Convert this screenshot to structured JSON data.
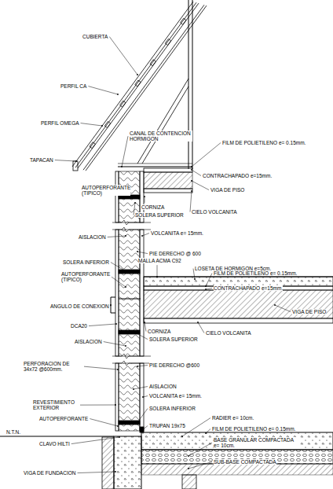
{
  "diagram": {
    "labels": [
      "CUBIERTA",
      "PERFIL CA",
      "PERFIL OMEGA",
      "TAPACAN",
      "CANAL DE CONTENCION HORMIGON",
      "FILM DE POLIETILENO e= 0.15mm.",
      "CONTRACHAPADO e=15mm.",
      "AUTOPERFORANTE (TIPICO)",
      "VIGA DE PISO",
      "CORNIZA",
      "SOLERA SUPERIOR",
      "CIELO VOLCANITA",
      "AISLACION",
      "VOLCANITA e= 15mm.",
      "PIE DERECHO @ 600",
      "SOLERA INFERIOR",
      "MALLA ACMA C92",
      "LOSETA DE HORMIGON e=5cm.",
      "AUTOPERFORANTE (TIPICO)",
      "FILM DE POLIETILENO e= 0.15mm.",
      "CONTRACHAPADO e=15mm.",
      "ANGULO DE CONEXION",
      "VIGA DE PISO",
      "DCA20",
      "CORNIZA",
      "AISLACION",
      "SOLERA SUPERIOR",
      "CIELO VOLCANITA",
      "PERFORACION DE 34x72 @600mm.",
      "PIE DERECHO @600",
      "AISLACION",
      "REVESTIMIENTO EXTERIOR",
      "VOLCANITA e= 15mm.",
      "SOLERA INFERIOR",
      "AUTOPERFORANTE",
      "RADIER e= 10cm.",
      "TRUPAN 19x75",
      "FILM DE POLIETILENO e= 0.15mm.",
      "N.T.N.",
      "CLAVO HILTI",
      "BASE GRANULAR COMPACTADA e= 10cm.",
      "SUB-BASE COMPACTADA",
      "VIGA DE FUNDACION"
    ]
  }
}
